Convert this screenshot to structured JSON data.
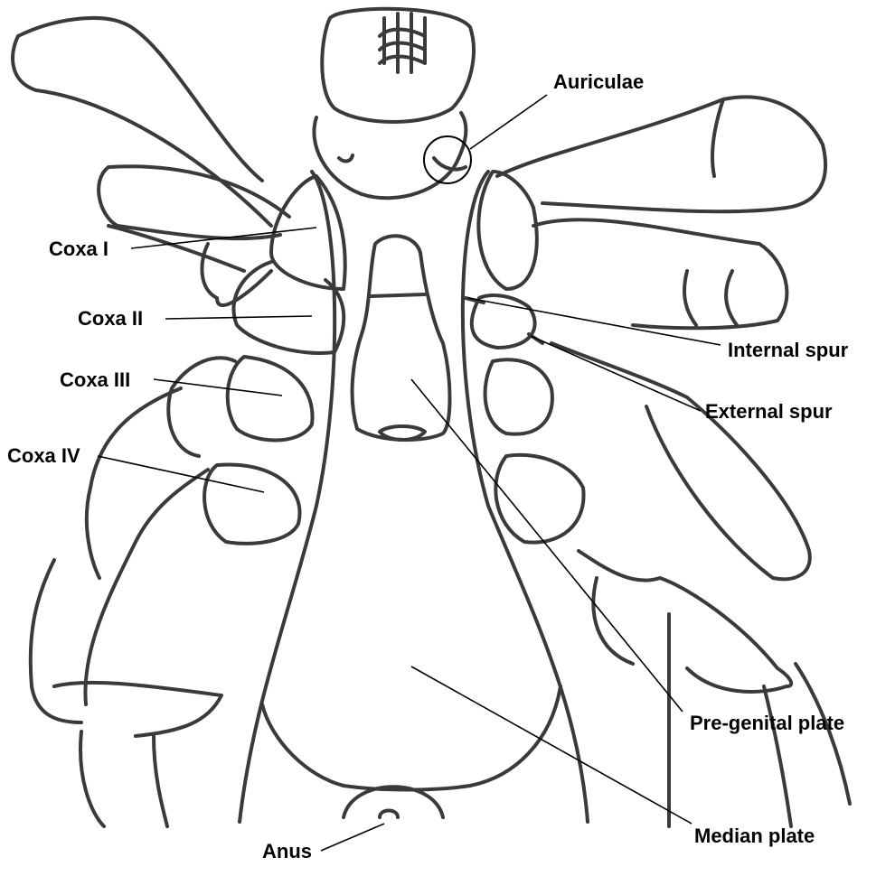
{
  "labels": {
    "auriculae": "Auriculae",
    "coxa_i": "Coxa I",
    "coxa_ii": "Coxa II",
    "internal_spur": "Internal spur",
    "coxa_iii": "Coxa III",
    "external_spur": "External spur",
    "coxa_iv": "Coxa IV",
    "pre_genital_plate": "Pre-genital plate",
    "anus": "Anus",
    "median_plate": "Median plate"
  },
  "colors": {
    "outline": "#3a3a3a",
    "leader": "#000000",
    "background": "#ffffff"
  }
}
